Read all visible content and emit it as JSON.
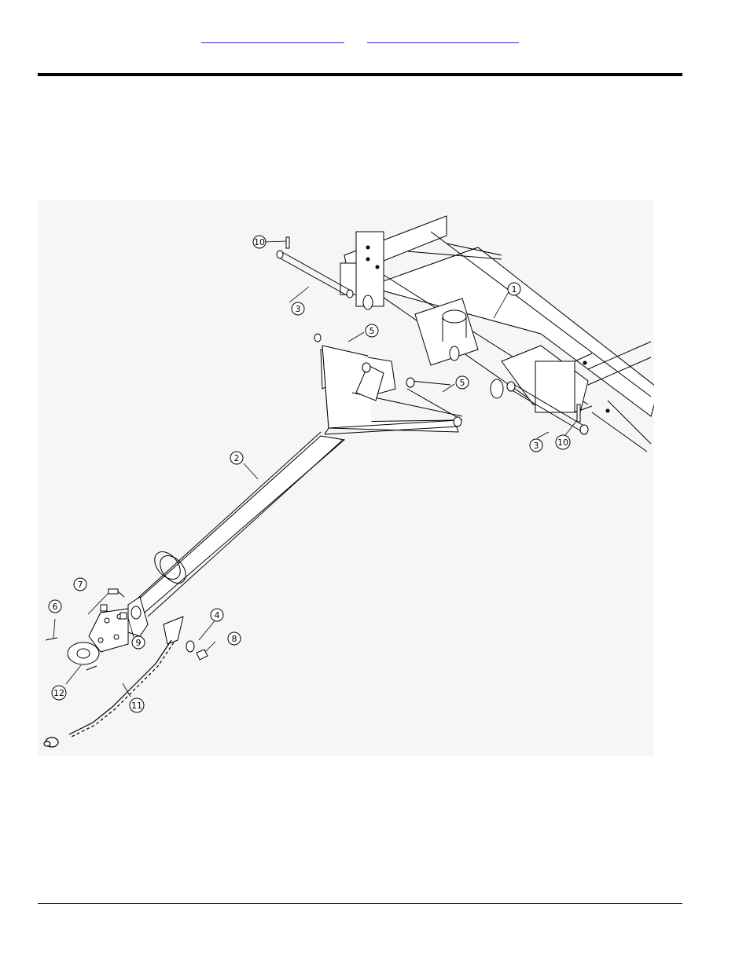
{
  "header": {
    "link_left": "",
    "link_right": ""
  },
  "figure": {
    "callouts": {
      "c1": "1",
      "c2": "2",
      "c3a": "3",
      "c3b": "3",
      "c4": "4",
      "c5a": "5",
      "c5b": "5",
      "c6": "6",
      "c7": "7",
      "c8": "8",
      "c9": "9",
      "c10a": "10",
      "c10b": "10",
      "c11": "11",
      "c12": "12"
    }
  },
  "colors": {
    "link": "#2a2ad6",
    "rule": "#000000",
    "figure_bg": "#f6f6f6"
  }
}
